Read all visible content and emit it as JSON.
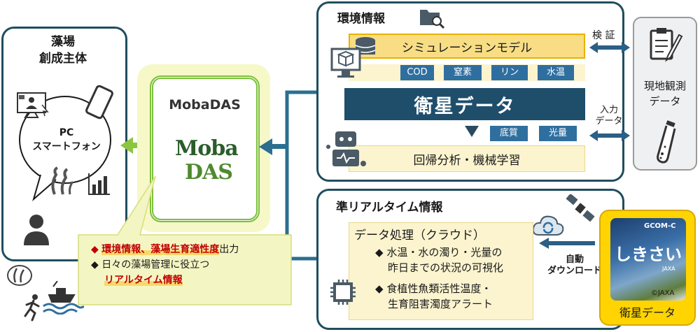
{
  "actor": {
    "title_line1": "藻場",
    "title_line2": "創成主体",
    "device_line1": "PC",
    "device_line2": "スマートフォン"
  },
  "mobadas": {
    "title": "MobaDAS",
    "logo_line1": "Moba",
    "logo_line2": "DAS"
  },
  "callout": {
    "line1_highlight": "環境情報、藻場生育適性度",
    "line1_suffix": "出力",
    "line2": "日々の藻場管理に役立つ",
    "line3_highlight": "リアルタイム情報"
  },
  "env": {
    "title": "環境情報",
    "simulation": "シミュレーションモデル",
    "sim_tags": [
      "COD",
      "窒素",
      "リン",
      "水温"
    ],
    "satellite": "衛星データ",
    "sat_tags": [
      "底質",
      "光量"
    ],
    "analysis": "回帰分析・機械学習",
    "verify": "検 証",
    "input_line1": "入力",
    "input_line2": "データ"
  },
  "field": {
    "line1": "現地観測",
    "line2": "データ"
  },
  "realtime": {
    "title": "準リアルタイム情報",
    "processing": "データ処理（クラウド）",
    "item1_line1": "水温・水の濁り・光量の",
    "item1_line2": "昨日までの状況の可視化",
    "item2_line1": "食植性魚類活性温度・",
    "item2_line2": "生育阻害濁度アラート",
    "download_line1": "自動",
    "download_line2": "ダウンロード"
  },
  "shikisai": {
    "gcom": "GCOM-C",
    "name": "しきさい",
    "sub": "JAXA",
    "credit": "©JAXA",
    "label": "衛星データ"
  },
  "colors": {
    "frame": "#1f4e5f",
    "arrow": "#2a6f8f",
    "green": "#8cc63f",
    "red": "#c00000",
    "satbar": "#1f4e6b"
  }
}
